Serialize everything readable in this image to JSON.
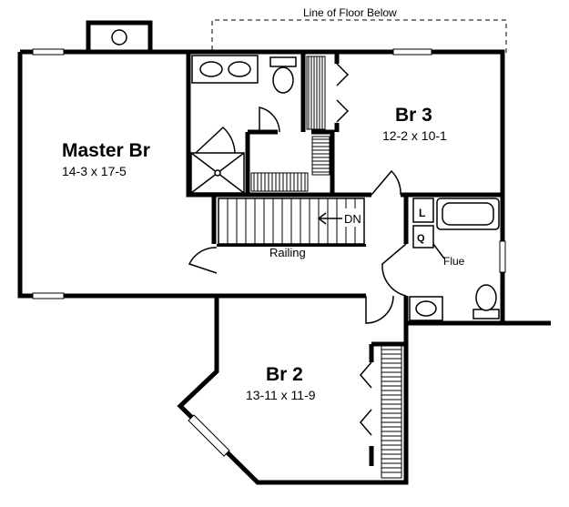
{
  "labels": {
    "line_of_floor_below": "Line of Floor Below",
    "master_br": "Master Br",
    "master_br_dim": "14-3 x 17-5",
    "br3": "Br 3",
    "br3_dim": "12-2 x 10-1",
    "br2": "Br 2",
    "br2_dim": "13-11 x 11-9",
    "dn": "DN",
    "railing": "Railing",
    "flue": "Flue",
    "linen": "L",
    "q": "Q"
  }
}
